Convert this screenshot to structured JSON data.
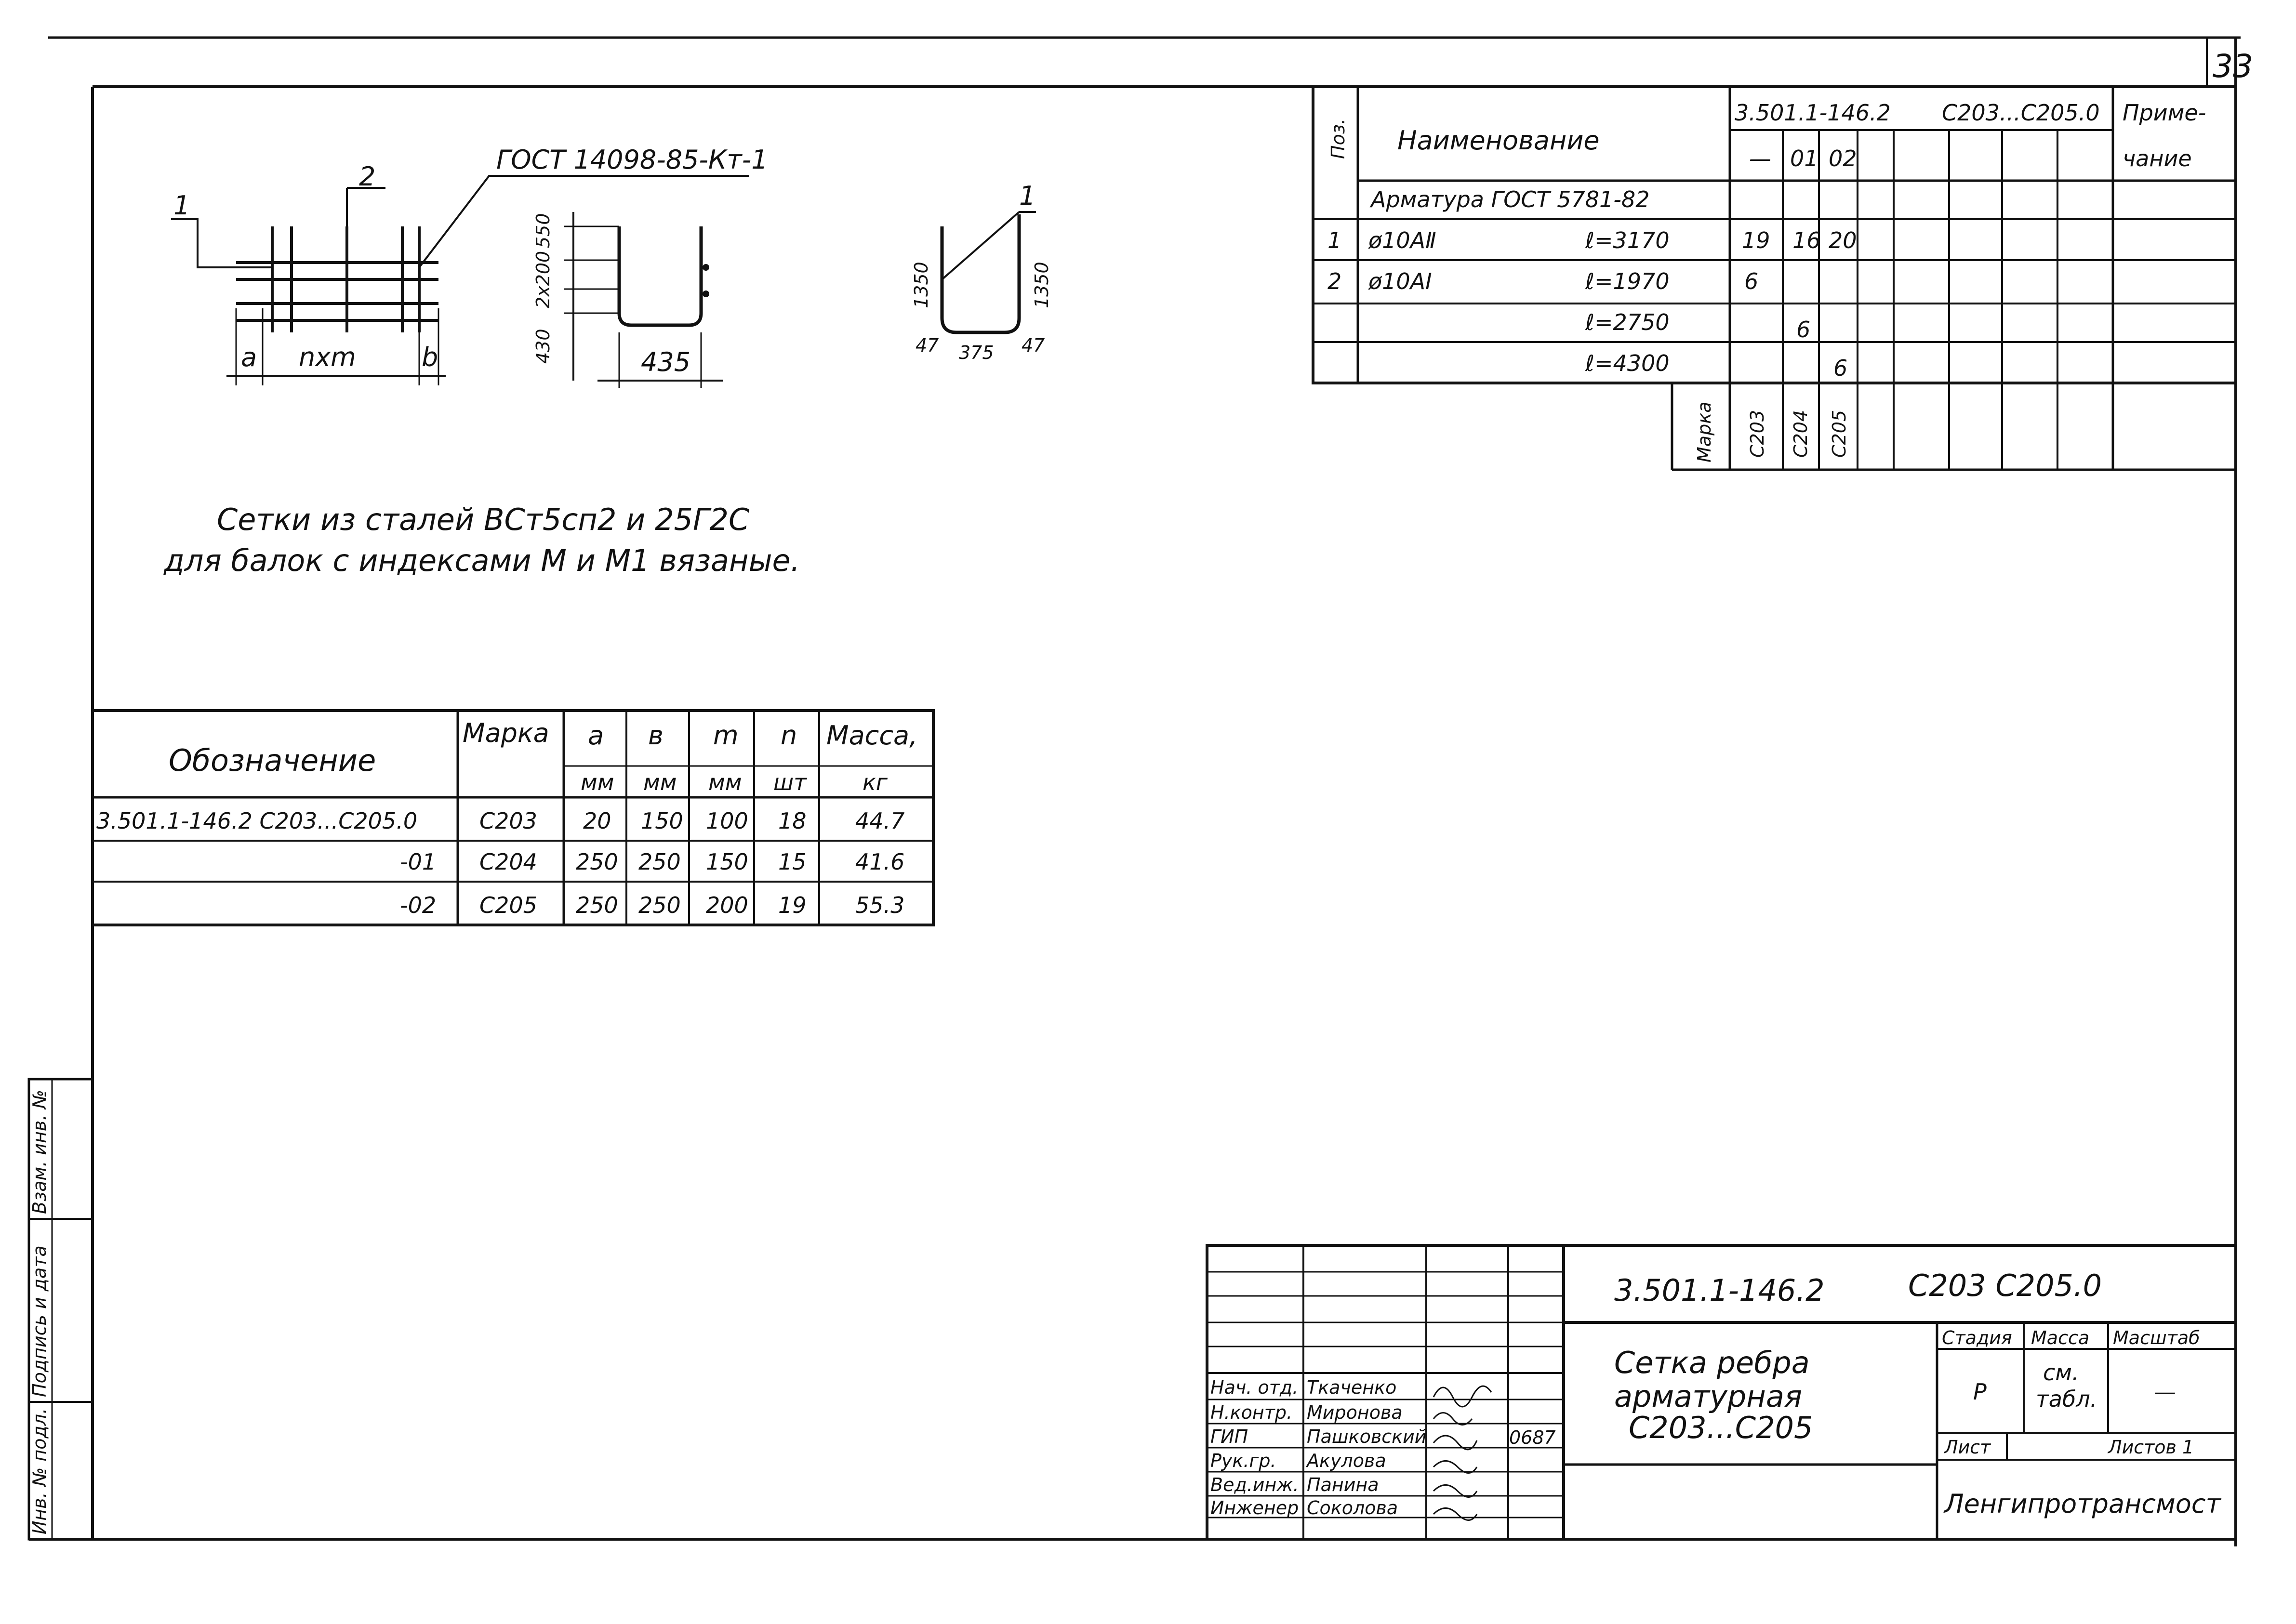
{
  "sheet_number": "33",
  "drawing": {
    "gost_callout": "ГОСТ 14098-85-Кт-1",
    "pos1": "1",
    "pos2": "2",
    "dim_a": "a",
    "dim_nxm": "nxm",
    "dim_b": "b",
    "dim_550": "550",
    "dim_2x200": "2x200",
    "dim_430": "430",
    "dim_435": "435",
    "dim_1350_left": "1350",
    "dim_1350_right": "1350",
    "dim_47_left": "47",
    "dim_375": "375",
    "dim_47_right": "47"
  },
  "note": {
    "line1": "Сетки из сталей ВСт5сп2 и 25Г2С",
    "line2": "для балок с индексами М и М1 вязаные."
  },
  "spec_table": {
    "pos_header": "Поз.",
    "name_header": "Наименование",
    "doc_code": "3.501.1-146.2",
    "doc_range": "С203...С205.0",
    "note_header_1": "Приме-",
    "note_header_2": "чание",
    "variant_dash": "—",
    "variant_01": "01",
    "variant_02": "02",
    "section": "Арматура ГОСТ 5781-82",
    "rows": [
      {
        "pos": "1",
        "name": "ø10АⅡ",
        "length": "ℓ=3170",
        "v0": "19",
        "v1": "16",
        "v2": "20"
      },
      {
        "pos": "2",
        "name": "ø10АⅠ",
        "length": "ℓ=1970",
        "v0": "6",
        "v1": "",
        "v2": ""
      },
      {
        "pos": "",
        "name": "",
        "length": "ℓ=2750",
        "v0": "",
        "v1": "6",
        "v2": ""
      },
      {
        "pos": "",
        "name": "",
        "length": "ℓ=4300",
        "v0": "",
        "v1": "",
        "v2": "6"
      }
    ],
    "marka_label": "Марка",
    "marks": [
      "С203",
      "С204",
      "С205"
    ]
  },
  "mesh_table": {
    "headers": {
      "designation": "Обозначение",
      "marka": "Марка",
      "a": "a",
      "a_unit": "мм",
      "b": "в",
      "b_unit": "мм",
      "m": "m",
      "m_unit": "мм",
      "n": "n",
      "n_unit": "шт",
      "mass": "Масса,",
      "mass_unit": "кг"
    },
    "rows": [
      {
        "designation": "3.501.1-146.2 С203...С205.0",
        "marka": "С203",
        "a": "20",
        "b": "150",
        "m": "100",
        "n": "18",
        "mass": "44.7"
      },
      {
        "designation": "-01",
        "marka": "С204",
        "a": "250",
        "b": "250",
        "m": "150",
        "n": "15",
        "mass": "41.6"
      },
      {
        "designation": "-02",
        "marka": "С205",
        "a": "250",
        "b": "250",
        "m": "200",
        "n": "19",
        "mass": "55.3"
      }
    ]
  },
  "title_block": {
    "code": "3.501.1-146.2",
    "range": "С203 С205.0",
    "title_1": "Сетка ребра",
    "title_2": "арматурная",
    "title_3": "С203...С205",
    "stage_label": "Стадия",
    "mass_label": "Масса",
    "scale_label": "Масштаб",
    "stage_value": "Р",
    "mass_value_1": "см.",
    "mass_value_2": "табл.",
    "scale_value": "—",
    "sheet_label": "Лист",
    "sheets_label": "Листов 1",
    "org": "Ленгипротрансмост",
    "signers": [
      {
        "role": "Нач. отд.",
        "name": "Ткаченко"
      },
      {
        "role": "Н.контр.",
        "name": "Миронова"
      },
      {
        "role": "ГИП",
        "name": "Пашковский",
        "date": "0687"
      },
      {
        "role": "Рук.гр.",
        "name": "Акулова"
      },
      {
        "role": "Вед.инж.",
        "name": "Панина"
      },
      {
        "role": "Инженер",
        "name": "Соколова"
      }
    ]
  },
  "side_stamp": {
    "inv": "Инв. № подл.",
    "sign": "Подпись и дата",
    "replace": "Взам. инв. №"
  }
}
